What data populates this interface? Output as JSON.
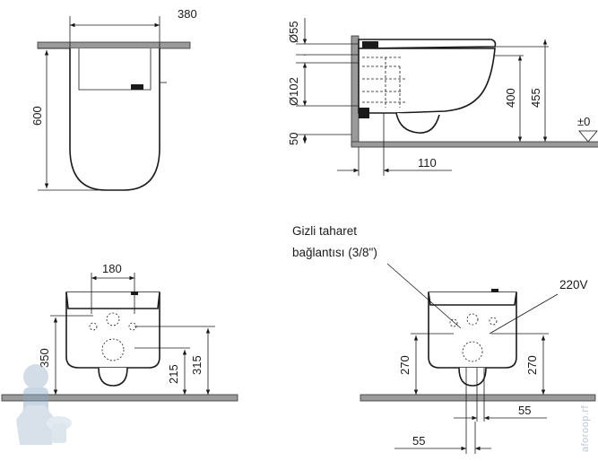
{
  "top_view": {
    "width_label": "380",
    "height_label": "600"
  },
  "side_view": {
    "d55_label": "Ø55",
    "d102_label": "Ø102",
    "h50_label": "50",
    "h400_label": "400",
    "h455_label": "455",
    "depth110_label": "110",
    "level_label": "±0"
  },
  "front_view": {
    "w180_label": "180",
    "h350_label": "350",
    "h215_label": "215",
    "h315_label": "315"
  },
  "rear_view": {
    "note_line1": "Gizli taharet",
    "note_line2": "bağlantısı (3/8\")",
    "voltage_label": "220V",
    "left270_label": "270",
    "right270_label": "270",
    "w55_right_label": "55",
    "w55_bottom_label": "55"
  },
  "watermark": {
    "text": "aforoop.rf"
  }
}
